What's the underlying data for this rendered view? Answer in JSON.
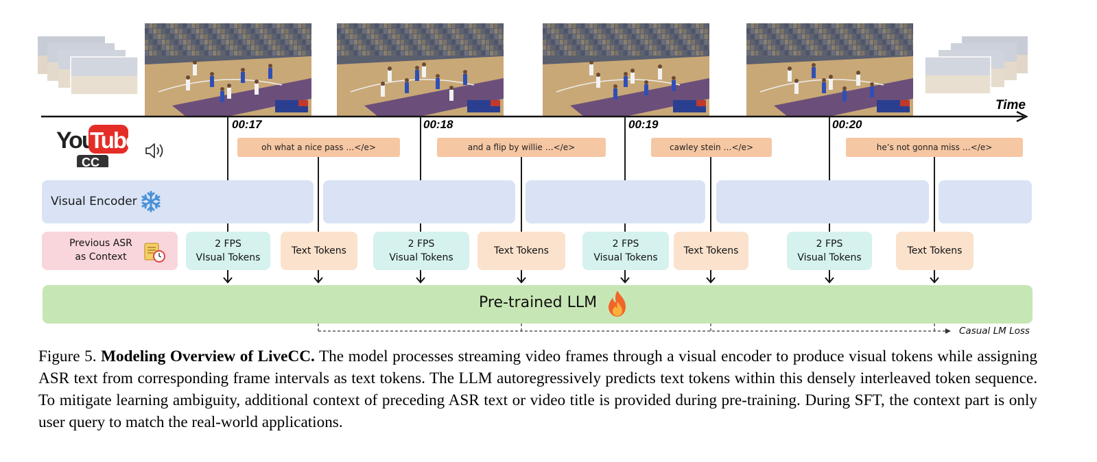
{
  "timeline": {
    "axis_label": "Time",
    "timestamps": [
      "00:17",
      "00:18",
      "00:19",
      "00:20"
    ]
  },
  "asr_texts": [
    "oh what a nice pass …</e>",
    "and a flip by willie …</e>",
    "cawley stein …</e>",
    "he’s not gonna miss …</e>"
  ],
  "source": {
    "logo_you": "You",
    "logo_tube": "Tube",
    "logo_cc": "CC",
    "icon": "speaker-icon"
  },
  "encoder": {
    "label": "Visual Encoder",
    "icon": "snowflake-icon"
  },
  "context": {
    "line1": "Previous ASR",
    "line2": "as Context",
    "icon": "scroll-clock-icon"
  },
  "visual_tokens": [
    {
      "line1": "2 FPS",
      "line2": "VIsual Tokens"
    },
    {
      "line1": "2 FPS",
      "line2": "Visual Tokens"
    },
    {
      "line1": "2 FPS",
      "line2": "Visual Tokens"
    },
    {
      "line1": "2 FPS",
      "line2": "Visual Tokens"
    }
  ],
  "text_tokens": [
    "Text Tokens",
    "Text Tokens",
    "Text Tokens",
    "Text Tokens"
  ],
  "llm": {
    "label": "Pre-trained LLM",
    "icon": "fire-icon"
  },
  "loss_label": "Casual LM Loss",
  "caption": {
    "prefix": "Figure 5. ",
    "bold": "Modeling Overview of LiveCC.",
    "body": " The model processes streaming video frames through a visual encoder to produce visual tokens while assigning ASR text from corresponding frame intervals as text tokens.  The LLM autoregressively predicts text tokens within this densely interleaved token sequence.  To mitigate learning ambiguity, additional context of preceding ASR text or video title is provided during pre-training. During SFT, the context part is only user query to match the real-world applications."
  },
  "colors": {
    "encoder": "#d9e3f5",
    "visual_token": "#d5f2ee",
    "text_token": "#fbe2cd",
    "asr": "#f6c7a3",
    "context": "#f8d6dc",
    "llm": "#c7e6b5",
    "snowflake": "#4a90d9",
    "youtube_red": "#e52d27"
  }
}
